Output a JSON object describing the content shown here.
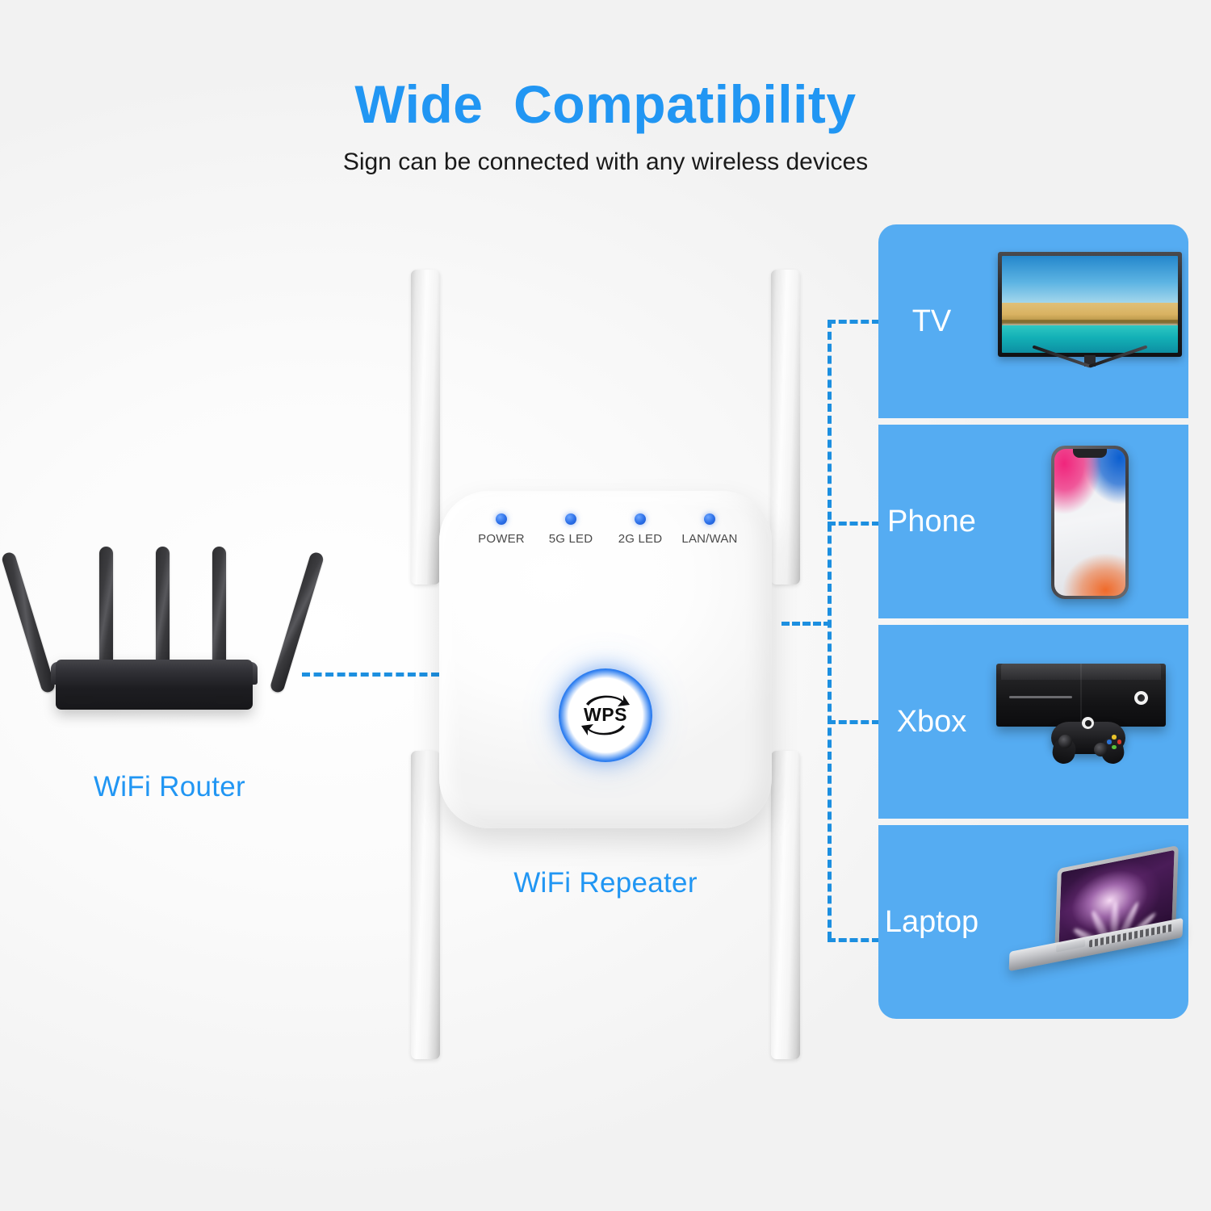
{
  "header": {
    "title": "Wide  Compatibility",
    "subtitle": "Sign can be connected with any wireless devices"
  },
  "colors": {
    "accent_blue": "#2196F3",
    "panel_blue": "#55ACF2",
    "dash_blue": "#1C8FE0",
    "led_blue": "#2B6FE8",
    "title_blue": "#2196F3"
  },
  "router": {
    "label": "WiFi Router",
    "antenna_count": 5
  },
  "repeater": {
    "label": "WiFi Repeater",
    "antenna_count": 4,
    "leds": [
      {
        "name": "POWER",
        "state": "on"
      },
      {
        "name": "5G LED",
        "state": "on"
      },
      {
        "name": "2G LED",
        "state": "on"
      },
      {
        "name": "LAN/WAN",
        "state": "on"
      }
    ],
    "wps_button": {
      "label": "WPS",
      "icon": "refresh-arrows-icon"
    }
  },
  "devices": [
    {
      "label": "TV",
      "icon": "television-icon"
    },
    {
      "label": "Phone",
      "icon": "smartphone-icon"
    },
    {
      "label": "Xbox",
      "icon": "game-console-icon"
    },
    {
      "label": "Laptop",
      "icon": "laptop-icon"
    }
  ],
  "connectors": {
    "router_to_repeater": "dashed",
    "repeater_to_devices": "dashed"
  }
}
